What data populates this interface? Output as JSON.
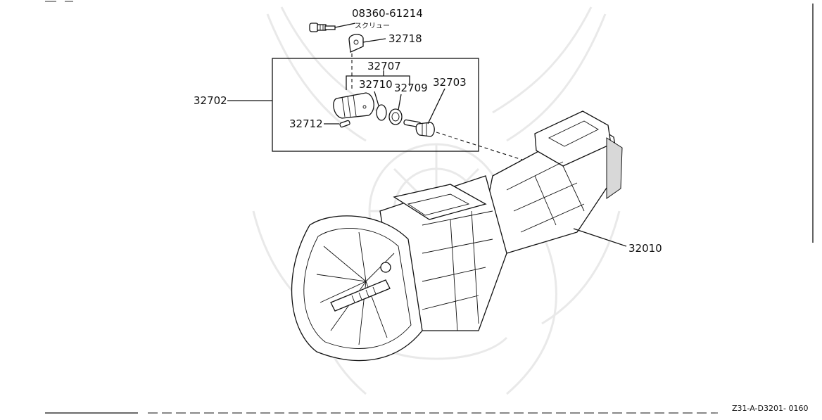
{
  "diagram": {
    "watermark_icon": "samurai-helmet-watermark-icon",
    "callouts": {
      "screw_part_no": "08360-61214",
      "screw_name": "スクリュー",
      "plate": "32718",
      "sleeve_assy": "32707",
      "o_ring": "32710",
      "seal": "32709",
      "driven_gear": "32703",
      "speedo_assy": "32702",
      "pin": "32712",
      "transmission": "32010"
    },
    "figure_code": "Z31-A-D3201- 0160"
  }
}
